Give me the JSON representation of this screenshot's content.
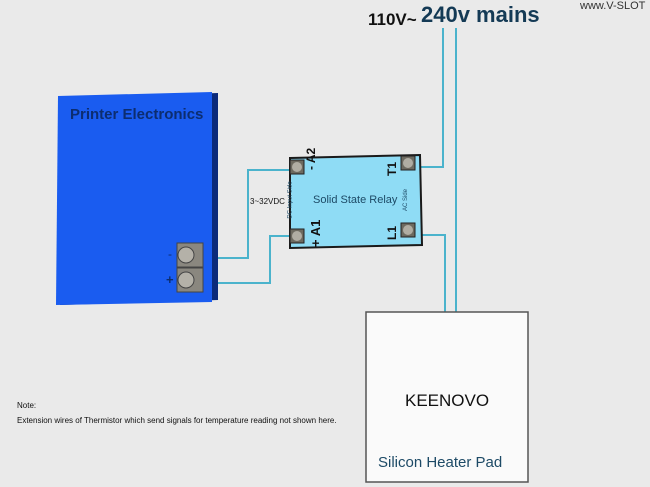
{
  "mains_label_small": "110V~",
  "mains_label_large": "240v mains",
  "watermark": "www.V-SLOT",
  "printer": {
    "title": "Printer Electronics",
    "minus": "-",
    "plus": "+"
  },
  "voltage_label": "3~32VDC",
  "relay": {
    "title": "Solid State Relay",
    "dc_side": "DC Input Side",
    "ac_side": "AC Side",
    "a2": "A2",
    "a2_sign": "-",
    "a1": "A1",
    "a1_sign": "+",
    "t1": "T1",
    "l1": "L1"
  },
  "heater": {
    "brand": "KEENOVO",
    "title": "Silicon Heater Pad"
  },
  "note": {
    "heading": "Note:",
    "text": "Extension wires of Thermistor which send signals for temperature reading not shown here."
  },
  "colors": {
    "board": "#1a5cf0",
    "relay": "#8fdcf5",
    "wire": "#4bb3cc"
  }
}
